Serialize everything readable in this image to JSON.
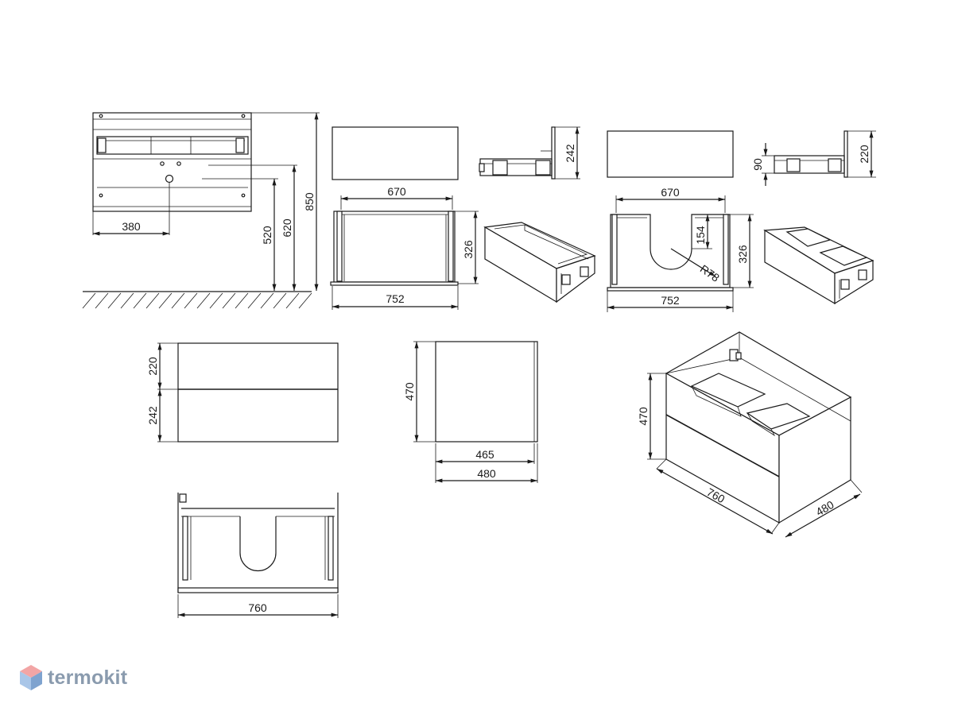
{
  "dimensions": {
    "d380": "380",
    "d520": "520",
    "d620": "620",
    "d850": "850",
    "d670": "670",
    "d752": "752",
    "d326": "326",
    "d242": "242",
    "d220": "220",
    "d90": "90",
    "d154": "154",
    "dR78": "R78",
    "d470": "470",
    "d465": "465",
    "d480": "480",
    "d760": "760"
  },
  "brand": {
    "name": "termokit",
    "colors": {
      "top": "#f2a5a5",
      "left": "#a9c6e8",
      "right": "#7fa3cf"
    }
  }
}
